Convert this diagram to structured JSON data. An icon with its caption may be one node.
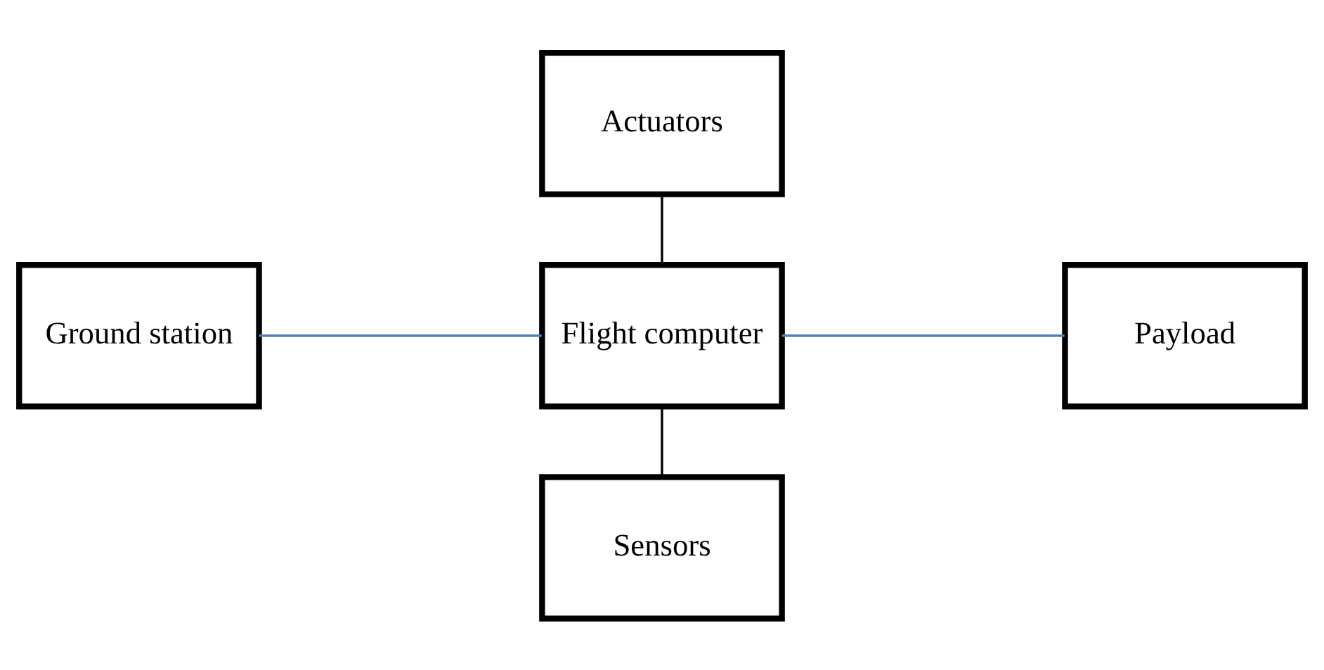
{
  "diagram": {
    "nodes": [
      {
        "text": [
          "Actuators"
        ]
      },
      {
        "text": [
          "Ground station"
        ]
      },
      {
        "text": [
          "Flight computer"
        ]
      },
      {
        "text": [
          "Payload"
        ]
      },
      {
        "text": [
          "Sensors"
        ]
      }
    ],
    "edges": [
      {
        "from": 0,
        "to": 2,
        "arrow": "none"
      },
      {
        "from": 1,
        "to": 2,
        "arrow": "none",
        "color": "#4f81bd"
      },
      {
        "from": 2,
        "to": 3,
        "arrow": "none",
        "color": "#4f81bd"
      },
      {
        "from": 2,
        "to": 4,
        "arrow": "none"
      }
    ]
  }
}
